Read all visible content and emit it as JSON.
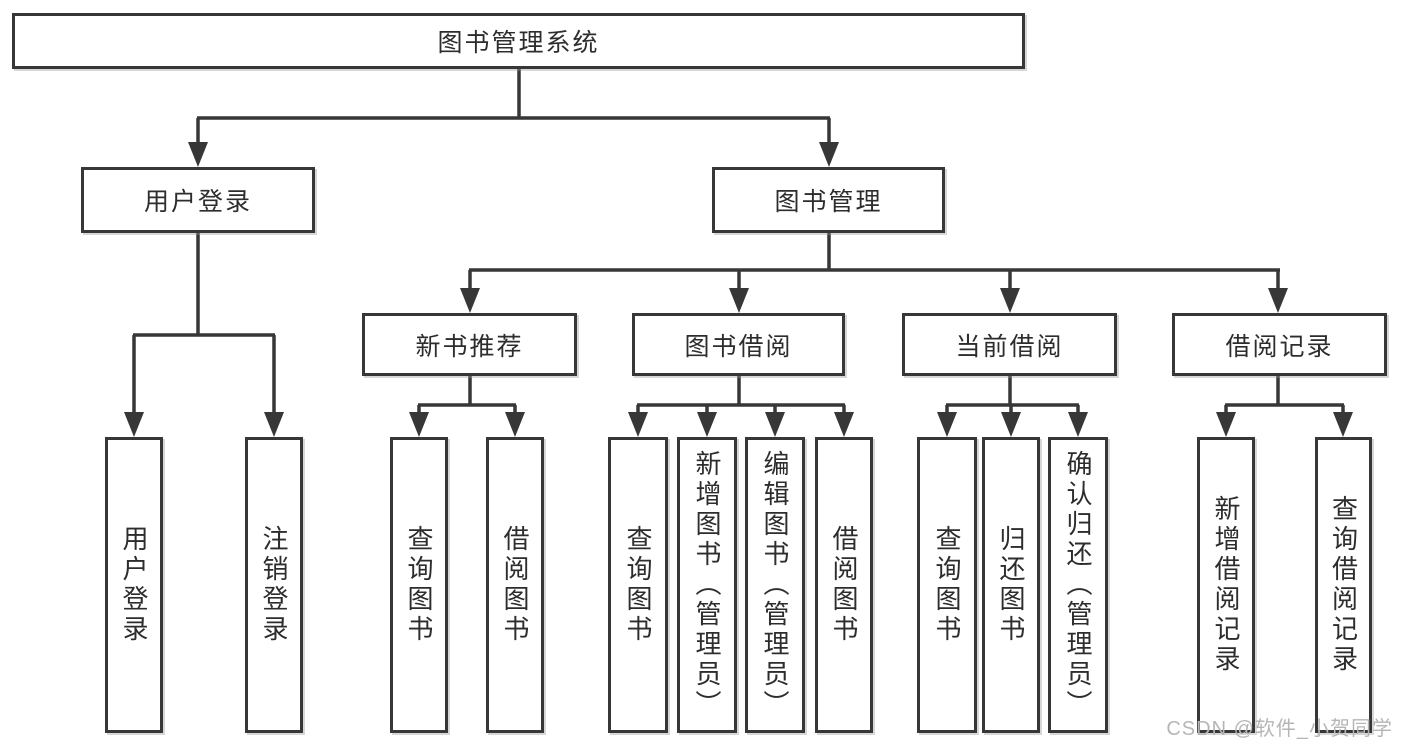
{
  "diagram_type": "hierarchy-tree",
  "colors": {
    "line": "#373737",
    "text": "#2d2d2d",
    "background": "#ffffff",
    "watermark": "#b6b6b6"
  },
  "tree": {
    "label": "图书管理系统",
    "children": [
      {
        "label": "用户登录",
        "children": [
          {
            "label": "用户登录"
          },
          {
            "label": "注销登录"
          }
        ]
      },
      {
        "label": "图书管理",
        "children": [
          {
            "label": "新书推荐",
            "children": [
              {
                "label": "查询图书"
              },
              {
                "label": "借阅图书"
              }
            ]
          },
          {
            "label": "图书借阅",
            "children": [
              {
                "label": "查询图书"
              },
              {
                "label": "新增图书（管理员）"
              },
              {
                "label": "编辑图书（管理员）"
              },
              {
                "label": "借阅图书"
              }
            ]
          },
          {
            "label": "当前借阅",
            "children": [
              {
                "label": "查询图书"
              },
              {
                "label": "归还图书"
              },
              {
                "label": "确认归还（管理员）"
              }
            ]
          },
          {
            "label": "借阅记录",
            "children": [
              {
                "label": "新增借阅记录"
              },
              {
                "label": "查询借阅记录"
              }
            ]
          }
        ]
      }
    ]
  },
  "watermark": {
    "text": "CSDN @软件_小贺同学"
  }
}
